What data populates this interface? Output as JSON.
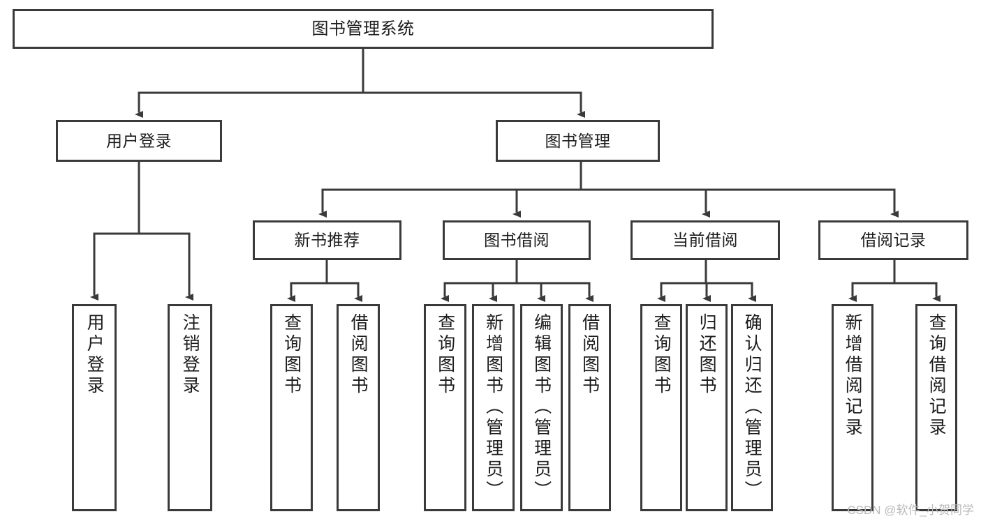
{
  "diagram": {
    "type": "tree-hierarchy",
    "title": "图书管理系统",
    "style": {
      "background": "#ffffff",
      "box_border": "#3a3a3a",
      "box_fill": "#ffffff",
      "text_color": "#1c1c1c",
      "connector_color": "#3a3a3a",
      "watermark_color": "#b9b9b9"
    },
    "root": {
      "id": "root",
      "label": "图书管理系统",
      "orientation": "horizontal"
    },
    "level2": [
      {
        "id": "user-login",
        "label": "用户登录",
        "orientation": "horizontal"
      },
      {
        "id": "book-manage",
        "label": "图书管理",
        "orientation": "horizontal"
      }
    ],
    "level3": [
      {
        "id": "new-book-recommend",
        "label": "新书推荐",
        "orientation": "horizontal",
        "parent": "book-manage"
      },
      {
        "id": "book-borrow",
        "label": "图书借阅",
        "orientation": "horizontal",
        "parent": "book-manage"
      },
      {
        "id": "current-borrow",
        "label": "当前借阅",
        "orientation": "horizontal",
        "parent": "book-manage"
      },
      {
        "id": "borrow-record",
        "label": "借阅记录",
        "orientation": "horizontal",
        "parent": "book-manage"
      }
    ],
    "leaves": [
      {
        "id": "leaf-user-login",
        "label": "用户登录",
        "parent": "user-login",
        "orientation": "vertical"
      },
      {
        "id": "leaf-user-logout",
        "label": "注销登录",
        "parent": "user-login",
        "orientation": "vertical"
      },
      {
        "id": "leaf-query-book-1",
        "label": "查询图书",
        "parent": "new-book-recommend",
        "orientation": "vertical"
      },
      {
        "id": "leaf-borrow-book-1",
        "label": "借阅图书",
        "parent": "new-book-recommend",
        "orientation": "vertical"
      },
      {
        "id": "leaf-query-book-2",
        "label": "查询图书",
        "parent": "book-borrow",
        "orientation": "vertical"
      },
      {
        "id": "leaf-add-book",
        "label": "新增图书（管理员）",
        "parent": "book-borrow",
        "orientation": "vertical"
      },
      {
        "id": "leaf-edit-book",
        "label": "编辑图书（管理员）",
        "parent": "book-borrow",
        "orientation": "vertical"
      },
      {
        "id": "leaf-borrow-book-2",
        "label": "借阅图书",
        "parent": "book-borrow",
        "orientation": "vertical"
      },
      {
        "id": "leaf-query-book-3",
        "label": "查询图书",
        "parent": "current-borrow",
        "orientation": "vertical"
      },
      {
        "id": "leaf-return-book",
        "label": "归还图书",
        "parent": "current-borrow",
        "orientation": "vertical"
      },
      {
        "id": "leaf-confirm-return",
        "label": "确认归还（管理员）",
        "parent": "current-borrow",
        "orientation": "vertical"
      },
      {
        "id": "leaf-add-record",
        "label": "新增借阅记录",
        "parent": "borrow-record",
        "orientation": "vertical"
      },
      {
        "id": "leaf-query-record",
        "label": "查询借阅记录",
        "parent": "borrow-record",
        "orientation": "vertical"
      }
    ]
  },
  "watermark": {
    "text": "CSDN @软件_小贺同学"
  }
}
